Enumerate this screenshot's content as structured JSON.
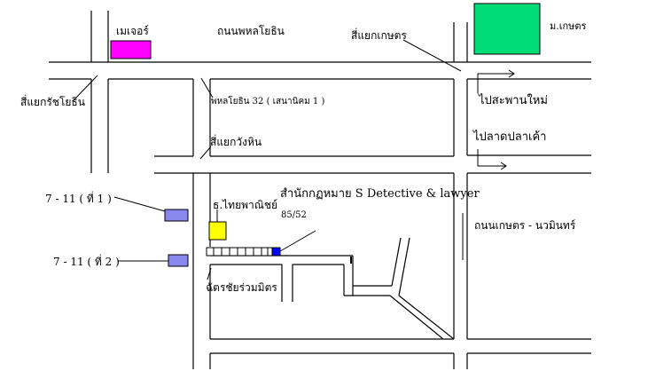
{
  "map": {
    "labels": {
      "phahon_road": "ถนนพหลโยธิน",
      "major": "เมเจอร์",
      "ratchayothin": "สี่แยกรัชโยธิน",
      "kaset_junction": "สี่แยกเกษตร",
      "kasetsart_univ": "ม.เกษตร",
      "phahon32": "พหลโยธิน 32 ( เสนานิคม 1 )",
      "wanghin": "สี่แยกวังหิน",
      "to_new_bridge": "ไปสะพานใหม่",
      "to_lat_pla_khao": "ไปลาดปลาเค้า",
      "seven_eleven_1": "7 - 11 ( ที่  1 )",
      "seven_eleven_2": "7 - 11 ( ที่ 2 )",
      "thai_bank": "ธ.ไทยพาณิชย์",
      "office_name": "สำนักกฏหมาย S Detective & lawyer",
      "office_number": "85/52",
      "kaset_nawamin_road": "ถนนเกษตร - นวมินทร์",
      "flat": "ฉัตรชัยร่วมมิตร"
    },
    "colors": {
      "major": "#ff00ff",
      "kasetsart": "#00dd77",
      "seven_eleven": "#8888ee",
      "bank": "#ffff00",
      "office": "#0000ff"
    }
  }
}
